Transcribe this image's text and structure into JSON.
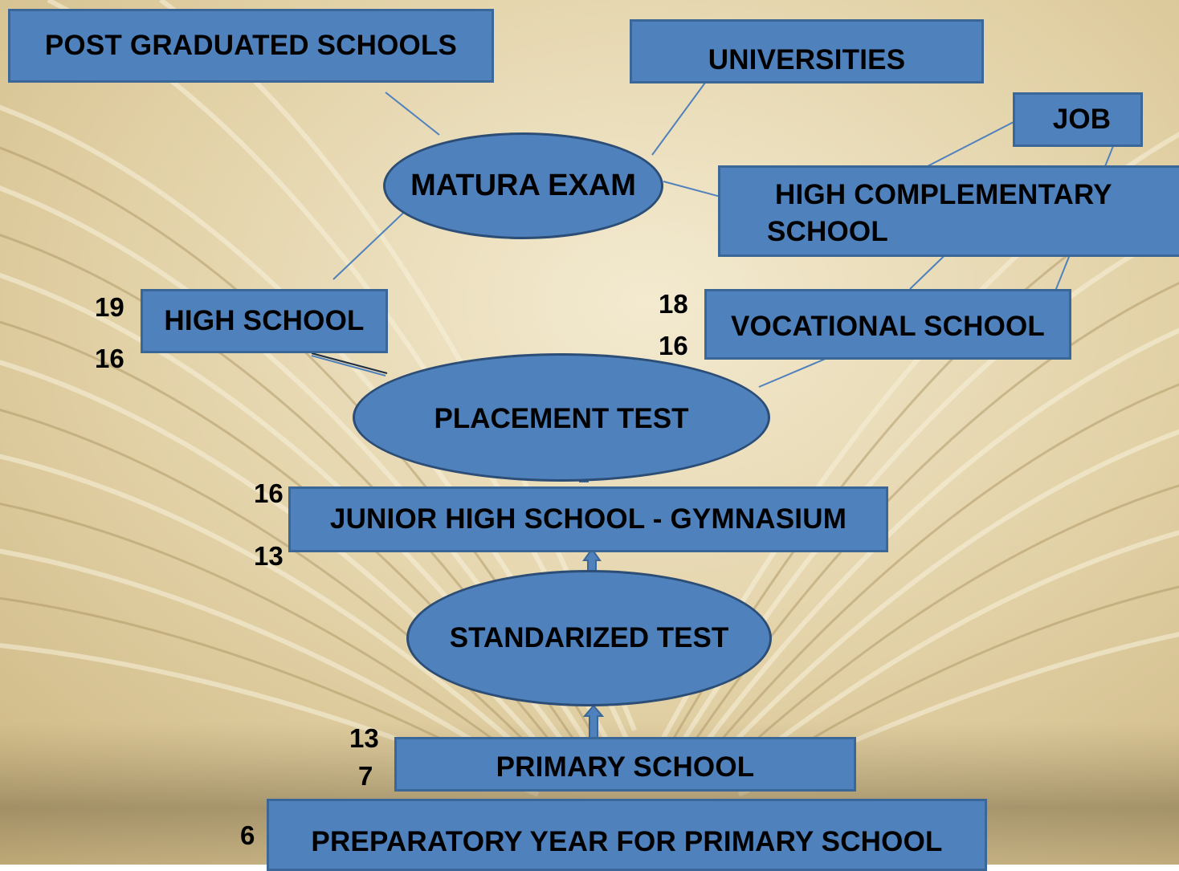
{
  "nodes": {
    "post_graduated_schools": "POST GRADUATED SCHOOLS",
    "universities": "UNIVERSITIES",
    "job": "JOB",
    "matura_exam": "MATURA EXAM",
    "high_complementary_school_line1": "HIGH COMPLEMENTARY",
    "high_complementary_school_line2": "SCHOOL",
    "high_school": "HIGH SCHOOL",
    "vocational_school": "VOCATIONAL SCHOOL",
    "placement_test": "PLACEMENT TEST",
    "junior_high_school": "JUNIOR HIGH SCHOOL - GYMNASIUM",
    "standardized_test": "STANDARIZED TEST",
    "primary_school": "PRIMARY SCHOOL",
    "preparatory_year": "PREPARATORY YEAR FOR PRIMARY SCHOOL"
  },
  "ages": {
    "high_school_end": "19",
    "high_school_start": "16",
    "vocational_end": "18",
    "vocational_start": "16",
    "junior_high_end": "16",
    "junior_high_start": "13",
    "primary_end": "13",
    "primary_start": "7",
    "preparatory": "6"
  },
  "colors": {
    "node_fill": "#4f81bd",
    "node_border": "#3b6698",
    "connector": "#4f81bd"
  }
}
